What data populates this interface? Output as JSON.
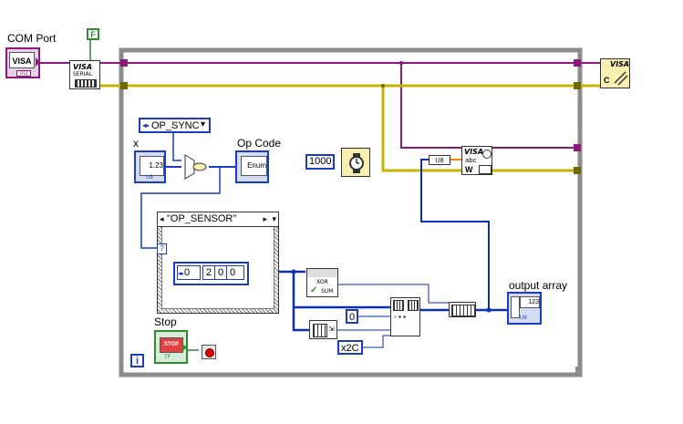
{
  "labels": {
    "com_port": "COM Port",
    "x": "x",
    "op_code": "Op Code",
    "output_array": "output array",
    "stop": "Stop"
  },
  "constants": {
    "false_const": "F",
    "op_sync": "OP_SYNC",
    "op_sensor": "\"OP_SENSOR\"",
    "wait_ms": "1000",
    "array_index": "0",
    "array_values": [
      "2",
      "0",
      "0"
    ],
    "zero": "0",
    "hex_2c": "x2C",
    "iteration": "i",
    "case_selector": "?"
  },
  "node_text": {
    "visa_control": "VISA",
    "visa_io_tag": "I/O",
    "visa_serial_top": "VISA",
    "visa_serial_bottom": "SERIAL",
    "visa_close_top": "VISA",
    "visa_close_letter": "C",
    "visa_write_top": "VISA",
    "visa_write_mid": "abc",
    "visa_write_letter": "W",
    "x_value": "1.23",
    "x_type": "U8",
    "op_code_value": "Enum",
    "xor_label": "XOR",
    "sum_label": "SUM",
    "output_value": "123",
    "output_type": "U8",
    "u8_tag": "U8",
    "stop_label": "STOP",
    "stop_type": "TF"
  },
  "colors": {
    "visa_wire": "#8b1a7a",
    "error_wire": "#c8b400",
    "numeric_wire": "#0a2fb8",
    "enum_wire": "#1a3cc4",
    "loop_border": "#8c8c8c",
    "control_green": "#2e8b2e"
  }
}
